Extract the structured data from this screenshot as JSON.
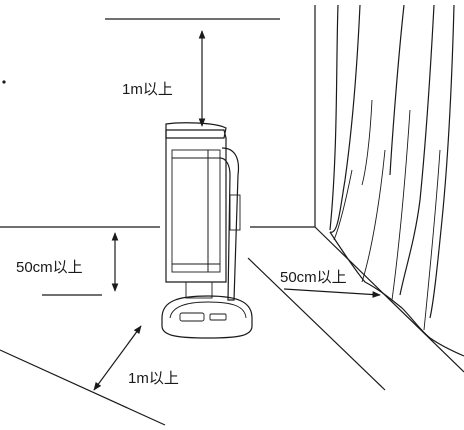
{
  "labels": {
    "clearance_top": "1m以上",
    "clearance_left": "50cm以上",
    "clearance_right": "50cm以上",
    "clearance_front": "1m以上"
  }
}
